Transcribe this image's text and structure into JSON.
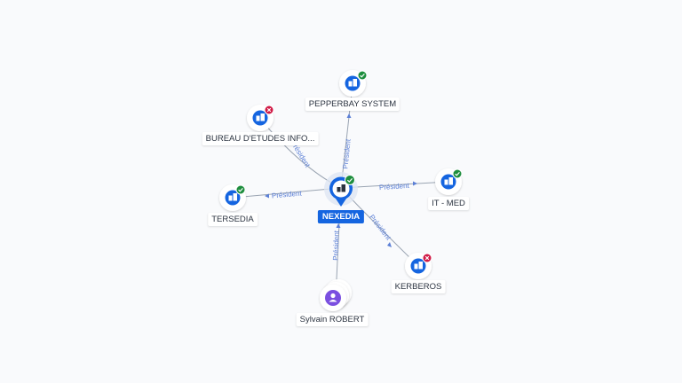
{
  "center": {
    "label": "NEXEDIA",
    "status": "active",
    "icon": "building-icon"
  },
  "companies": [
    {
      "id": "pepperbay",
      "label": "PEPPERBAY SYSTEM",
      "status": "active",
      "icon": "building-icon"
    },
    {
      "id": "bureau",
      "label": "BUREAU D'ETUDES INFO...",
      "status": "inactive",
      "icon": "building-icon"
    },
    {
      "id": "tersedia",
      "label": "TERSEDIA",
      "status": "active",
      "icon": "building-icon"
    },
    {
      "id": "itmed",
      "label": "IT - MED",
      "status": "active",
      "icon": "building-icon"
    },
    {
      "id": "kerberos",
      "label": "KERBEROS",
      "status": "inactive",
      "icon": "building-icon"
    }
  ],
  "person": {
    "label": "Sylvain ROBERT",
    "icon": "person-icon"
  },
  "edge_labels": {
    "pepperbay": "Président",
    "bureau": "Président",
    "tersedia": "Président",
    "itmed": "Président",
    "kerberos": "Président",
    "person": "Président"
  },
  "colors": {
    "primary": "#1565e0",
    "active_badge": "#1e8e3e",
    "inactive_badge": "#d01a46",
    "person": "#7a4fe0",
    "edge": "#9aa4b2",
    "edge_label": "#5b7fd6"
  }
}
